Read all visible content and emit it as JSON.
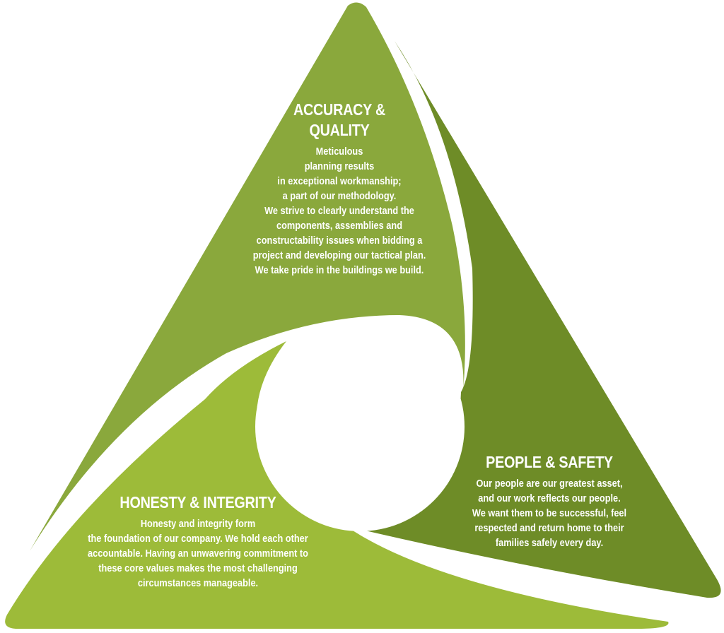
{
  "colors": {
    "top_segment": "#8aa83c",
    "right_segment": "#6e8c27",
    "bottom_segment": "#9dbb39",
    "text": "#ffffff",
    "background": "#ffffff"
  },
  "accuracy_quality": {
    "title_line1": "ACCURACY &",
    "title_line2": "QUALITY",
    "lines": [
      "Meticulous",
      "planning results",
      "in exceptional workmanship;",
      "a part of our methodology.",
      "We strive to clearly understand the",
      "components, assemblies and",
      "constructability issues when bidding a",
      "project and developing our tactical plan.",
      "We take pride in the buildings we build."
    ]
  },
  "people_safety": {
    "title": "PEOPLE & SAFETY",
    "lines": [
      "Our people are our greatest asset,",
      "and our work reflects our people.",
      "We want them to be successful, feel",
      "respected and return home to their",
      "families safely every day."
    ]
  },
  "honesty_integrity": {
    "title": "HONESTY & INTEGRITY",
    "lines": [
      "Honesty and integrity form",
      "the foundation of our company. We hold each other",
      "accountable. Having an unwavering commitment to",
      "these core values makes the most challenging",
      "circumstances manageable."
    ]
  }
}
